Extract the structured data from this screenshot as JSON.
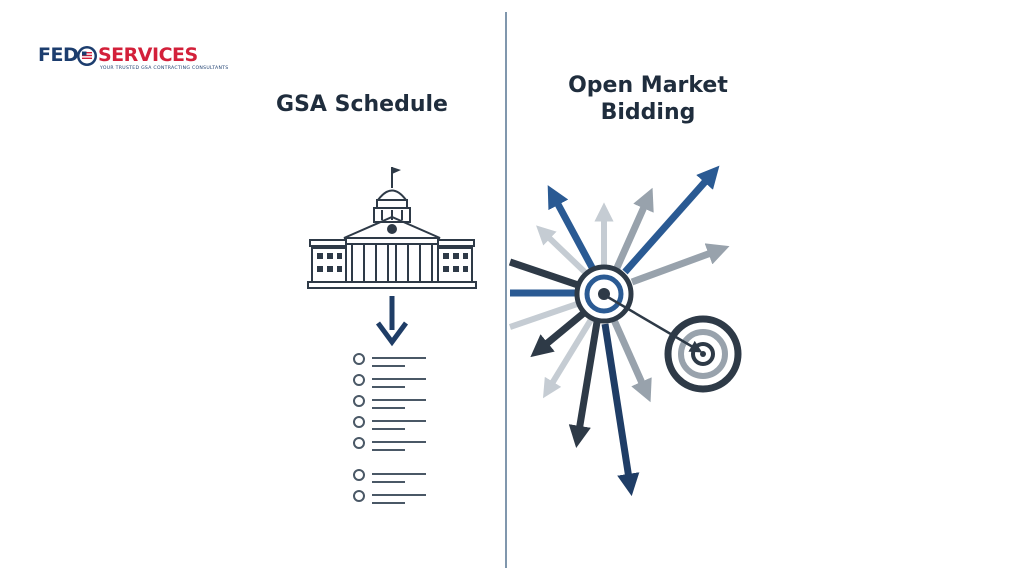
{
  "logo": {
    "text_left": "FED",
    "text_right": "SERVICES",
    "tagline": "YOUR TRUSTED GSA CONTRACTING CONSULTANTS",
    "brand_navy": "#1c3d6e",
    "brand_red": "#d3203a"
  },
  "left_panel": {
    "title": "GSA Schedule",
    "icon": "government-building-icon",
    "arrow_icon": "arrow-down-icon",
    "checklist_item_count": 7
  },
  "right_panel": {
    "title_line1": "Open Market",
    "title_line2": "Bidding",
    "icons": [
      "scattered-arrows-icon",
      "target-icon"
    ]
  },
  "colors": {
    "dark": "#2e3a47",
    "blue": "#2a5a93",
    "gray": "#98a2ac",
    "light_gray": "#c5ccd3",
    "divider": "#8097ad"
  }
}
